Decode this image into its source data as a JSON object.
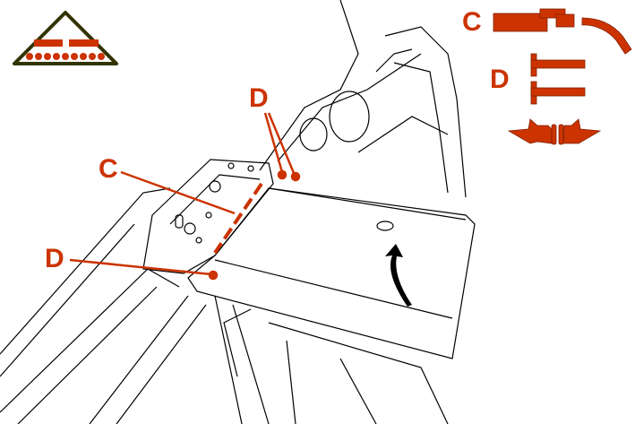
{
  "callouts": {
    "upper_d": "D",
    "c": "C",
    "lower_d": "D"
  },
  "legend": {
    "c_label": "C",
    "c_icon": "mig-welding-torch-icon",
    "d_label": "D",
    "d_icon": "plug-weld-icon",
    "extra_icon": "two-hands-icon"
  },
  "colors": {
    "accent": "#cc3300",
    "line": "#000000",
    "symbol_outline": "#333300"
  }
}
